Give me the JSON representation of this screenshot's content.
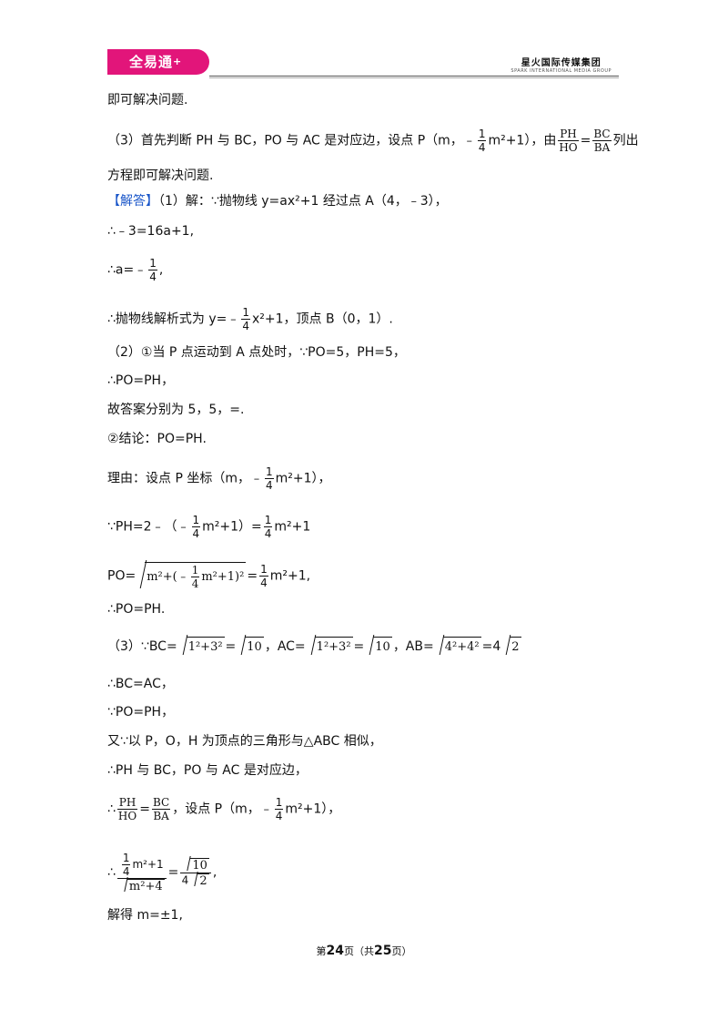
{
  "header": {
    "logo_text": "全易通",
    "logo_plus": "+",
    "brand_cn": "星火国际传媒集团",
    "brand_en": "SPARK INTERNATIONAL MEDIA GROUP"
  },
  "text": {
    "l1": "即可解决问题.",
    "l2a": "（3）首先判断 PH 与 BC，PO 与 AC 是对应边，设点 P（m，﹣",
    "l2b": "m²+1），由",
    "l2c": "列出",
    "l3": "方程即可解决问题.",
    "jieda": "【解答】",
    "l4": "（1）解：∵抛物线 y=ax²+1 经过点 A（4，﹣3），",
    "l5": "∴﹣3=16a+1,",
    "l6a": "∴a=﹣",
    "l6b": ",",
    "l7a": "∴抛物线解析式为 y=﹣",
    "l7b": "x²+1，顶点 B（0，1）.",
    "l8": "（2）①当 P 点运动到 A 点处时，∵PO=5，PH=5，",
    "l9": "∴PO=PH，",
    "l10": "故答案分别为 5，5，=.",
    "l11": "②结论：PO=PH.",
    "l12a": "理由：设点 P 坐标（m，﹣",
    "l12b": "m²+1），",
    "l13a": "∵PH=2﹣（﹣",
    "l13b": "m²+1）=",
    "l13c": "m²+1",
    "l14a": "PO=",
    "l14b": "=",
    "l14c": "m²+1,",
    "l15": "∴PO=PH.",
    "l16a": "（3）∵BC=",
    "l16b": "=",
    "l16c": "，AC=",
    "l16d": "=",
    "l16e": "，AB=",
    "l16f": "=4",
    "l17": "∴BC=AC，",
    "l18": "∵PO=PH，",
    "l19": "又∵以 P，O，H 为顶点的三角形与△ABC 相似，",
    "l20": "∴PH 与 BC，PO 与 AC 是对应边，",
    "l21a": "∴",
    "l21b": "，设点 P（m，﹣",
    "l21c": "m²+1），",
    "l22a": "∴",
    "l22b": "=",
    "l22c": ",",
    "l23": "解得 m=±1,"
  },
  "math": {
    "one": "1",
    "four": "4",
    "PH": "PH",
    "HO": "HO",
    "BC": "BC",
    "BA": "BA",
    "m2plus_frac": "m²+(﹣",
    "m2plus_end": "m²+1)²",
    "sqrt_bc": "1²+3²",
    "sqrt10": "10",
    "sqrt_ab": "4²+4²",
    "sqrt2": "2",
    "num_tail": "m²+1",
    "den_sqrt": "m²+4"
  },
  "footer": {
    "pre": "第",
    "page": "24",
    "mid": "页（共",
    "total": "25",
    "post": "页）"
  }
}
